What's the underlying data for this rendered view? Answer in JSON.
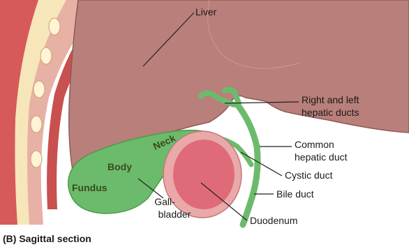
{
  "labels": {
    "liver": "Liver",
    "hepatic_ducts_line1": "Right and left",
    "hepatic_ducts_line2": "hepatic ducts",
    "common_hepatic_line1": "Common",
    "common_hepatic_line2": "hepatic duct",
    "cystic_duct": "Cystic duct",
    "bile_duct": "Bile duct",
    "duodenum": "Duodenum",
    "gallbladder_line1": "Gall-",
    "gallbladder_line2": "bladder",
    "neck": "Neck",
    "body": "Body",
    "fundus": "Fundus"
  },
  "caption": "(B) Sagittal section",
  "colors": {
    "liver": "#b97f7a",
    "gallbladder": "#6cbb6c",
    "duodenum_wall": "#e9a9a9",
    "duodenum_lumen": "#e06b78",
    "body_wall": "#d65a5a",
    "fat": "#f6e6b9"
  }
}
